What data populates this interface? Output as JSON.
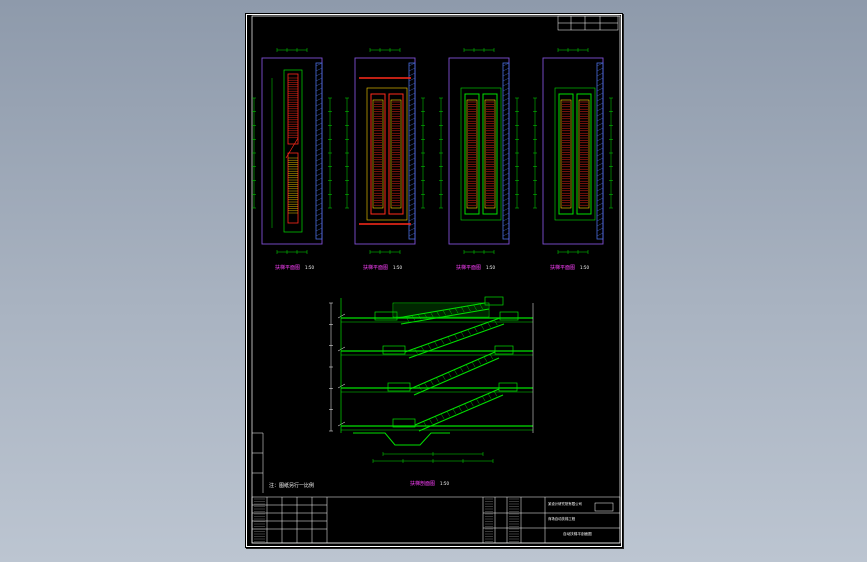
{
  "viewer": {
    "background_top": "#8e9aab",
    "background_bottom": "#bcc5d1"
  },
  "drawing": {
    "sheet_background": "#000000",
    "colors": {
      "frame": "#ffffff",
      "outline": "#7f4fd6",
      "structure": "#00e000",
      "stair": "#ff2a1a",
      "stair_alt": "#ffd400",
      "wall": "#4a6fe0",
      "dimension": "#00e000",
      "title_text": "#ff40ff"
    },
    "plan_views": [
      {
        "caption": "扶梯平面图",
        "scale": "1:50"
      },
      {
        "caption": "扶梯平面图",
        "scale": "1:50"
      },
      {
        "caption": "扶梯平面图",
        "scale": "1:50"
      },
      {
        "caption": "扶梯平面图",
        "scale": "1:50"
      }
    ],
    "section_view": {
      "caption": "扶梯剖面图",
      "scale": "1:50"
    },
    "note": "注：图纸另行一比例",
    "title_block": {
      "firm": "某设计研究院有限公司",
      "project": "商场自动扶梯工程",
      "sheet_title": "自动扶梯平剖面图"
    }
  }
}
